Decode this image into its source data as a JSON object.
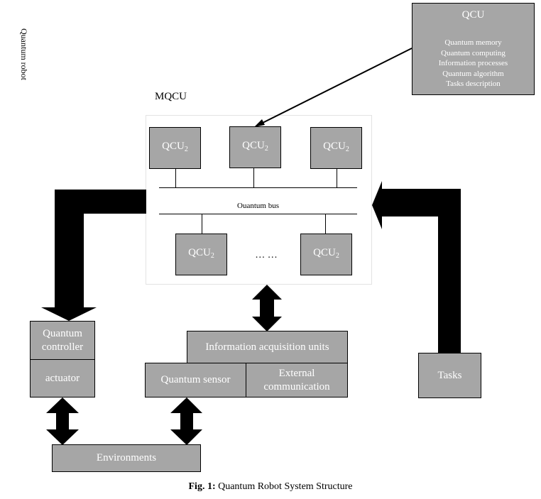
{
  "side_title": "Quantum robot",
  "qcu_panel": {
    "title": "QCU",
    "items": [
      "Quantum memory",
      "Quantum computing",
      "Information processes",
      "Quantum algorithm",
      "Tasks description"
    ]
  },
  "mqcu": {
    "label": "MQCU",
    "unit_label": "QCU",
    "unit_subscript": "2",
    "bus_label": "Ouantum bus",
    "ellipsis": "…  …"
  },
  "blocks": {
    "quantum_controller": "Quantum controller",
    "actuator": "actuator",
    "info_acquisition": "Information acquisition units",
    "quantum_sensor": "Quantum sensor",
    "external_communication": "External communication",
    "tasks": "Tasks",
    "environments": "Environments"
  },
  "caption": {
    "prefix": "Fig. 1:",
    "text": " Quantum Robot System Structure"
  },
  "colors": {
    "box_fill": "#a6a6a6",
    "box_text": "#ffffff",
    "arrow": "#000000",
    "frame_border": "#e3e3e3"
  }
}
